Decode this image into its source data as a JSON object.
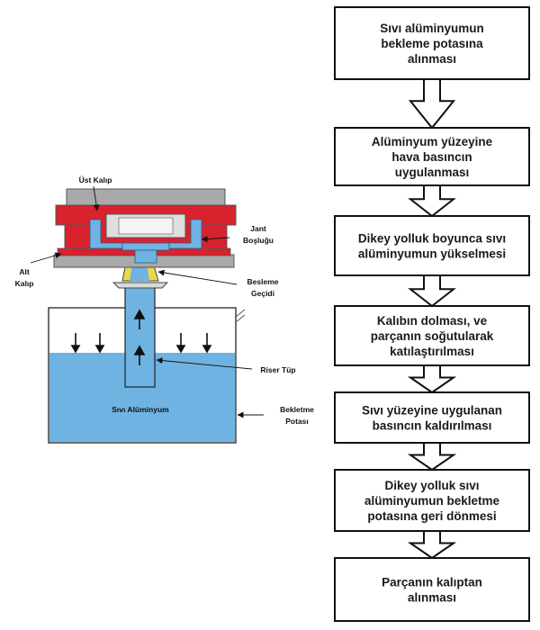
{
  "diagram_labels": {
    "ust_kalip": "Üst Kalıp",
    "jant_line1": "Jant",
    "jant_line2": "Boşluğu",
    "alt_line1": "Alt",
    "alt_line2": "Kalıp",
    "besleme_line1": "Besleme",
    "besleme_line2": "Geçidi",
    "riser_tup": "Riser Tüp",
    "sivi_aluminyum": "Sıvı Alüminyum",
    "bekletme_line1": "Bekletme",
    "bekletme_line2": "Potası"
  },
  "flow_steps": [
    [
      "Sıvı alüminyumun",
      "bekleme potasına",
      "alınması"
    ],
    [
      "Alüminyum yüzeyine",
      "hava basıncın",
      "uygulanması"
    ],
    [
      "Dikey yolluk boyunca sıvı",
      "alüminyumun yükselmesi"
    ],
    [
      "Kalıbın dolması, ve",
      "parçanın soğutularak",
      "katılaştırılması"
    ],
    [
      "Sıvı yüzeyine uygulanan",
      "basıncın kaldırılması"
    ],
    [
      "Dikey yolluk sıvı",
      "alüminyumun bekletme",
      "potasına geri dönmesi"
    ],
    [
      "Parçanın kalıptan",
      "alınması"
    ]
  ],
  "colors": {
    "liquid": "#6fb3e3",
    "mold_red": "#d8222e",
    "mold_gray": "#a9a9a9",
    "gate_yellow": "#e8d84a"
  }
}
